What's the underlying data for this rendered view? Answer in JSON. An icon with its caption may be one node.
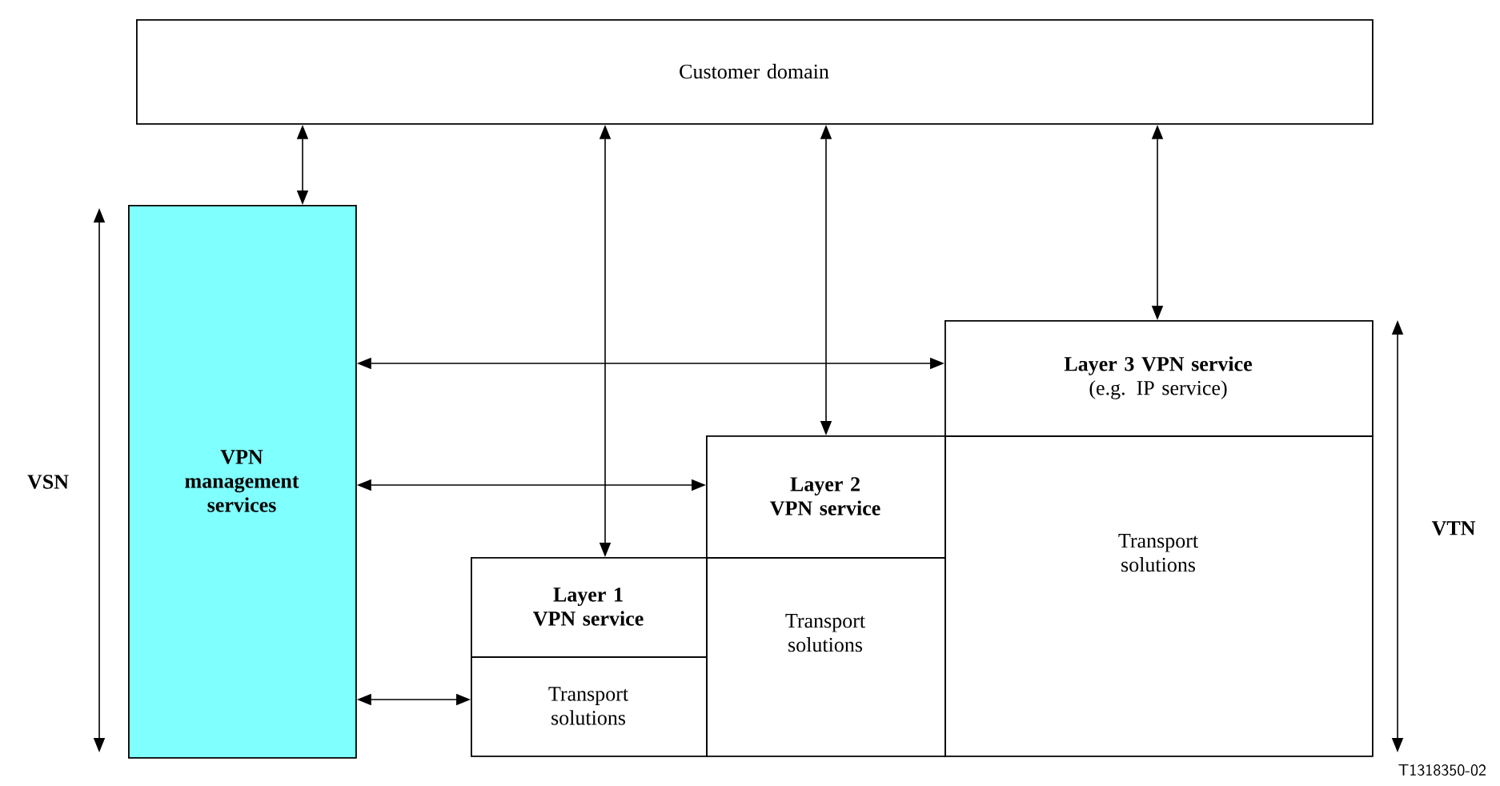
{
  "diagram": {
    "nodes": [
      {
        "text": [
          "Customer domain"
        ]
      },
      {
        "text": [
          "VPN management services"
        ]
      },
      {
        "text": [
          "Layer 3 VPN service",
          "(e.g. IP service)"
        ]
      },
      {
        "text": [
          "Transport solutions"
        ]
      },
      {
        "text": [
          "Layer 2 VPN service"
        ]
      },
      {
        "text": [
          "Transport solutions"
        ]
      },
      {
        "text": [
          "Layer 1 VPN service"
        ]
      },
      {
        "text": [
          "Transport solutions"
        ]
      }
    ],
    "edges": [
      {
        "from": 0,
        "to": 1,
        "arrow": "both"
      },
      {
        "from": 0,
        "to": 6,
        "arrow": "both"
      },
      {
        "from": 0,
        "to": 4,
        "arrow": "both"
      },
      {
        "from": 0,
        "to": 2,
        "arrow": "both"
      },
      {
        "from": 1,
        "to": 2,
        "arrow": "both"
      },
      {
        "from": 1,
        "to": 4,
        "arrow": "both"
      },
      {
        "from": 1,
        "to": 7,
        "arrow": "both"
      }
    ],
    "labels": [
      "VSN",
      "VTN",
      "T1318350-02"
    ]
  }
}
